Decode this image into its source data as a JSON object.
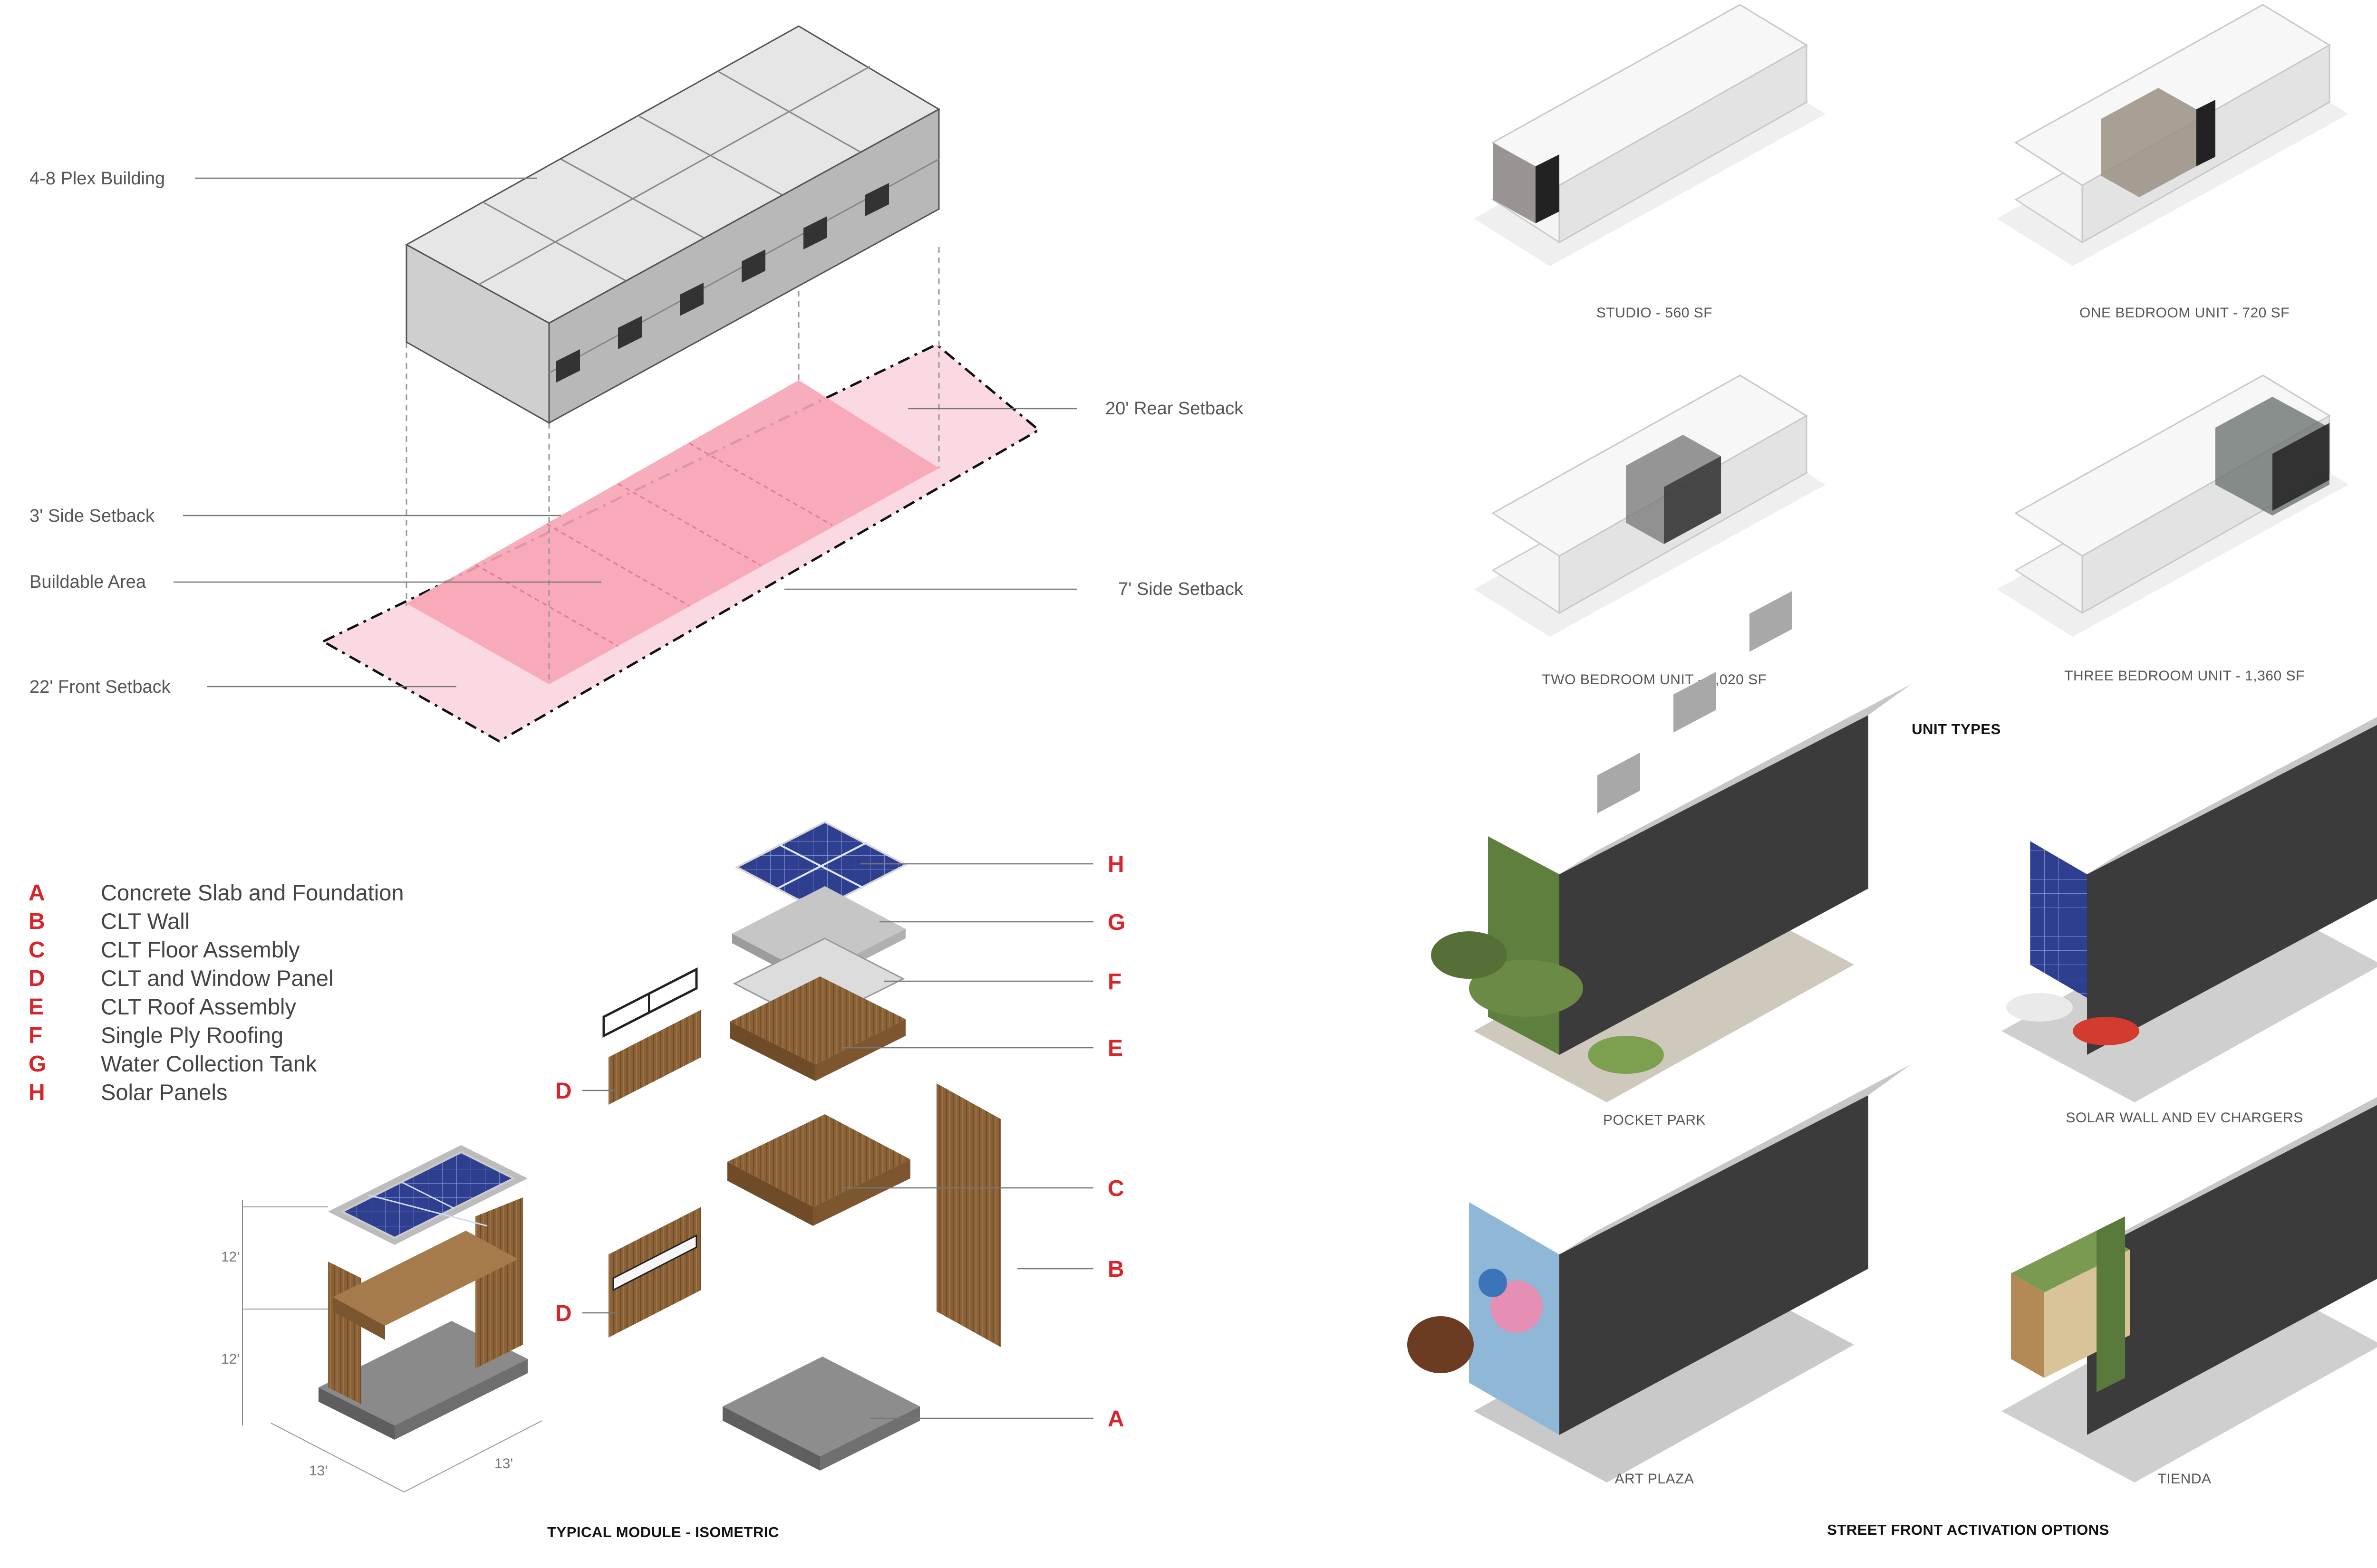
{
  "site_diagram": {
    "labels": {
      "plex_building": "4-8 Plex Building",
      "rear_setback": "20' Rear Setback",
      "side_setback_3": "3' Side Setback",
      "buildable_area": "Buildable Area",
      "side_setback_7": "7' Side Setback",
      "front_setback": "22' Front Setback"
    }
  },
  "unit_types": {
    "title": "UNIT TYPES",
    "items": [
      {
        "label": "STUDIO - 560 SF"
      },
      {
        "label": "ONE BEDROOM UNIT - 720 SF"
      },
      {
        "label": "TWO BEDROOM UNIT - 1,020 SF"
      },
      {
        "label": "THREE BEDROOM UNIT - 1,360 SF"
      }
    ]
  },
  "module": {
    "title": "TYPICAL MODULE - ISOMETRIC",
    "legend": [
      {
        "letter": "A",
        "text": "Concrete Slab and Foundation"
      },
      {
        "letter": "B",
        "text": "CLT Wall"
      },
      {
        "letter": "C",
        "text": "CLT Floor Assembly"
      },
      {
        "letter": "D",
        "text": "CLT and Window Panel"
      },
      {
        "letter": "E",
        "text": "CLT Roof Assembly"
      },
      {
        "letter": "F",
        "text": "Single Ply Roofing"
      },
      {
        "letter": "G",
        "text": "Water Collection Tank"
      },
      {
        "letter": "H",
        "text": "Solar Panels"
      }
    ],
    "dimensions": {
      "floor1": "12'",
      "floor2": "12'",
      "width1": "13'",
      "width2": "13'"
    },
    "exploded_letters": {
      "H": "H",
      "G": "G",
      "F": "F",
      "E": "E",
      "C": "C",
      "B": "B",
      "A": "A",
      "D1": "D",
      "D2": "D"
    }
  },
  "street_front": {
    "title": "STREET FRONT ACTIVATION OPTIONS",
    "items": [
      {
        "label": "POCKET PARK"
      },
      {
        "label": "SOLAR WALL AND EV CHARGERS"
      },
      {
        "label": "ART PLAZA"
      },
      {
        "label": "TIENDA"
      }
    ]
  },
  "colors": {
    "accent_red": "#d7262b",
    "setback_pink": "#fbd9e2",
    "buildable_pink": "#f7a4b5",
    "wood": "#8a6238",
    "concrete": "#7b7b7b",
    "solar_blue": "#2f3f8f"
  }
}
